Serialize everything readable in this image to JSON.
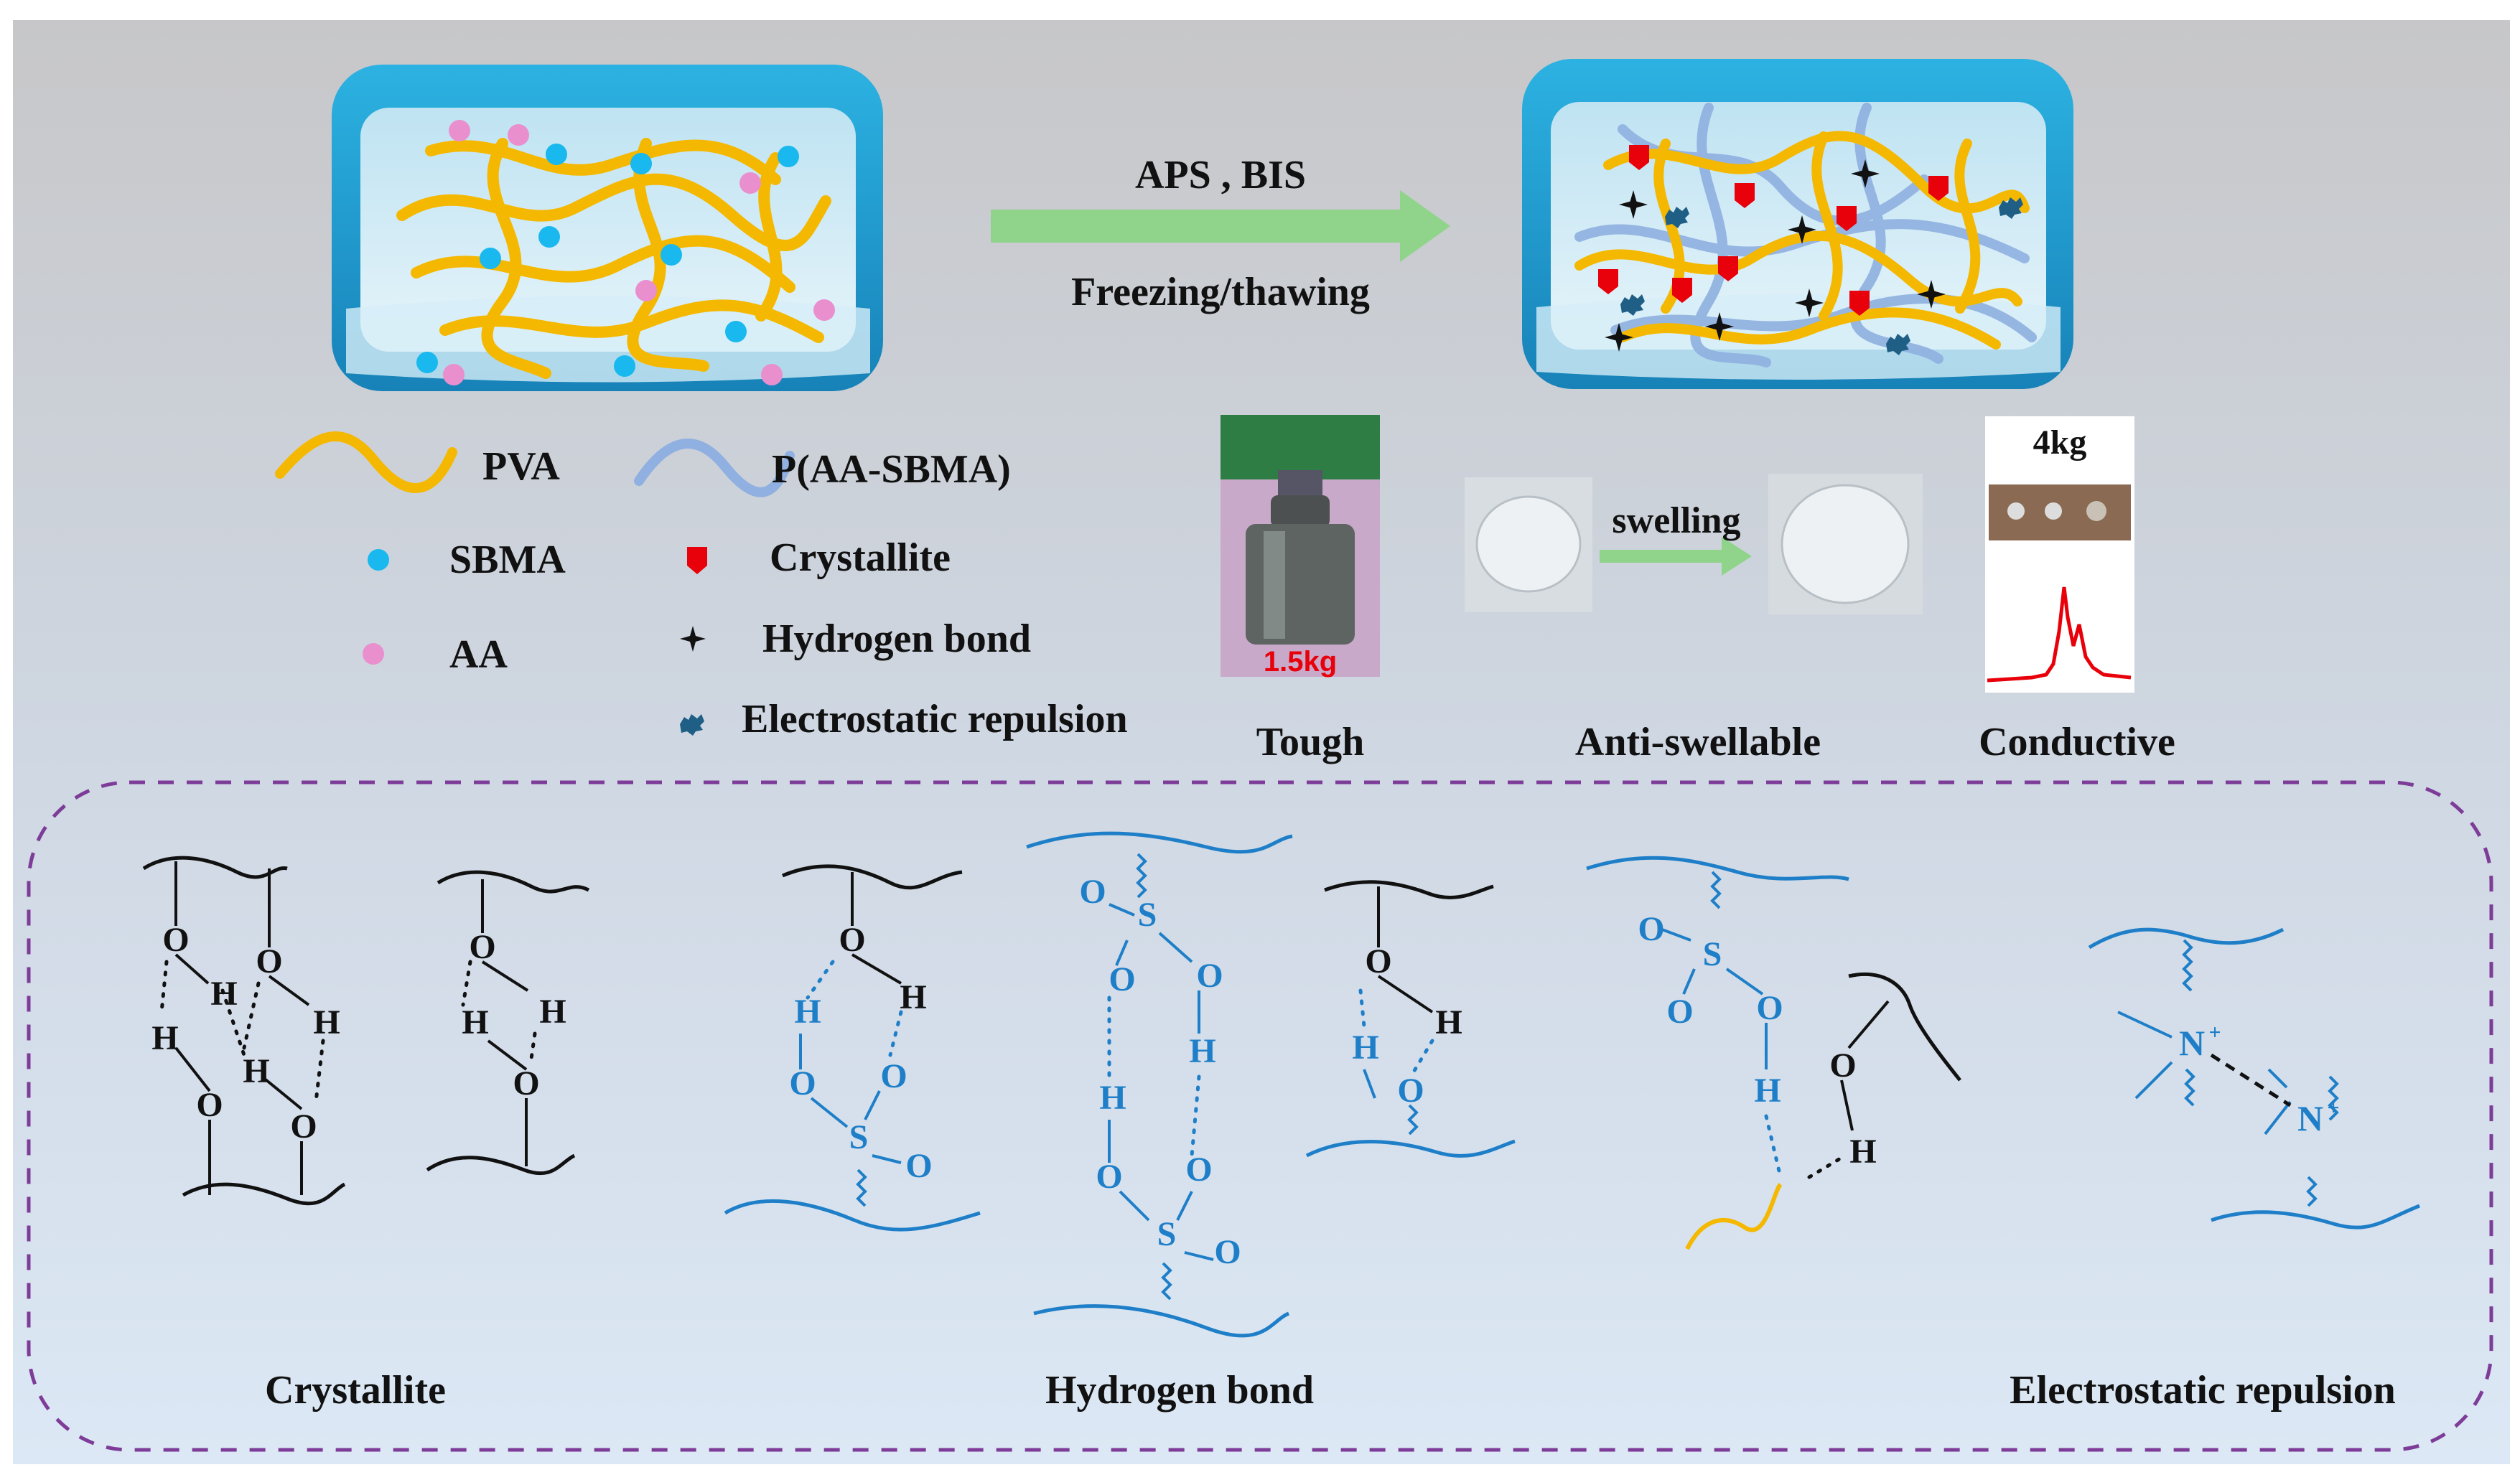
{
  "process": {
    "reagents": "APS , BIS",
    "method": "Freezing/thawing"
  },
  "legend": {
    "pva": "PVA",
    "paa_sbma": "P(AA-SBMA)",
    "sbma": "SBMA",
    "aa": "AA",
    "crystallite": "Crystallite",
    "hydrogen_bond": "Hydrogen bond",
    "electrostatic": "Electrostatic repulsion"
  },
  "properties": {
    "tough": "Tough",
    "tough_weight": "1.5kg",
    "swelling": "swelling",
    "anti_swellable": "Anti-swellable",
    "conductive": "Conductive",
    "conductive_weight": "4kg"
  },
  "mechanisms": {
    "crystallite": "Crystallite",
    "hydrogen_bond": "Hydrogen bond",
    "electrostatic": "Electrostatic repulsion"
  },
  "atoms": {
    "O": "O",
    "H": "H",
    "S": "S",
    "N": "N",
    "plus": "+"
  },
  "colors": {
    "pva": "#f5b800",
    "paa_sbma": "#8fb0e0",
    "sbma": "#19b8ee",
    "aa": "#e98fce",
    "crystallite": "#e8000a",
    "arrow": "#8fd48a",
    "box": "#29a8d8",
    "chem_blue": "#1e7fc8",
    "dashed_border": "#7d3c98"
  }
}
